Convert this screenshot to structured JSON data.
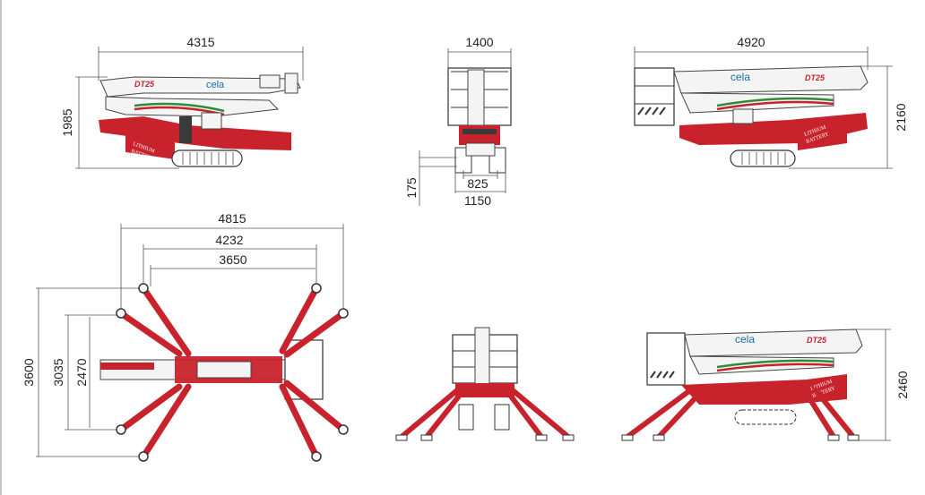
{
  "dimensions": {
    "side_length": "4315",
    "side_height": "1985",
    "front_width": "1400",
    "front_clearance": "175",
    "front_track_inner": "825",
    "front_track_outer": "1150",
    "right_length": "4920",
    "right_height": "2160",
    "top_span_1": "4815",
    "top_span_2": "4232",
    "top_span_3": "3650",
    "top_depth_1": "3600",
    "top_depth_2": "3035",
    "top_depth_3": "2470",
    "deployed_height": "2460"
  },
  "branding": {
    "logo_text": "cela",
    "model_text": "DT25",
    "battery_text_1": "LITHIUM",
    "battery_text_2": "BATTERY"
  },
  "colors": {
    "machine_red": "#c8232c",
    "lines": "#333333",
    "dimension": "#555555"
  }
}
